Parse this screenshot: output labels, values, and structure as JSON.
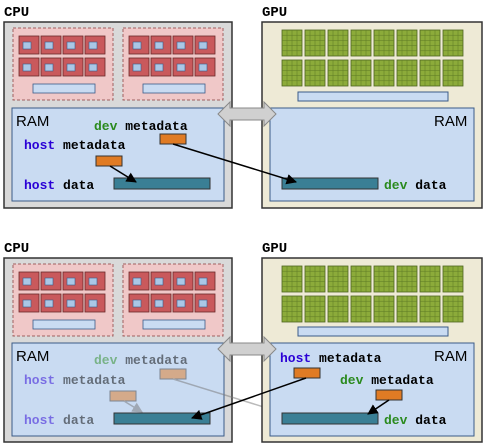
{
  "colors": {
    "box_fill": "#d9d9d9",
    "box_stroke": "#333333",
    "core_panel": "#f0c8c8",
    "core_red": "#c9595c",
    "core_blue": "#aac7e6",
    "gpu_bg": "#eeead6",
    "gpu_core": "#8cab3a",
    "ram_fill": "#c9dbf2",
    "ram_stroke": "#3b5b88",
    "data_bar": "#3a7f95",
    "metadata_box": "#e07b24",
    "host_text": "#2a00d6",
    "dev_text": "#2a8a1e",
    "arrow_gray": "#c0c0c0"
  },
  "panels": [
    {
      "cpu_label": "CPU",
      "gpu_label": "GPU",
      "cpu_ram_label": "RAM",
      "gpu_ram_label": "RAM",
      "cpu_dev_keyword": "dev",
      "cpu_dev_metadata": "metadata",
      "cpu_host_keyword": "host",
      "cpu_host_metadata": "metadata",
      "cpu_host_data_keyword": "host",
      "cpu_data_word": "data",
      "gpu_dev_data_keyword": "dev",
      "gpu_data_word": "data"
    },
    {
      "cpu_label": "CPU",
      "gpu_label": "GPU",
      "cpu_ram_label": "RAM",
      "gpu_ram_label": "RAM",
      "cpu_dev_keyword": "dev",
      "cpu_dev_metadata": "metadata",
      "cpu_host_keyword": "host",
      "cpu_host_metadata": "metadata",
      "cpu_host_data_keyword": "host",
      "cpu_data_word": "data",
      "gpu_host_keyword": "host",
      "gpu_host_metadata": "metadata",
      "gpu_dev_keyword": "dev",
      "gpu_dev_metadata": "metadata",
      "gpu_dev_data_keyword": "dev",
      "gpu_data_word": "data"
    }
  ]
}
